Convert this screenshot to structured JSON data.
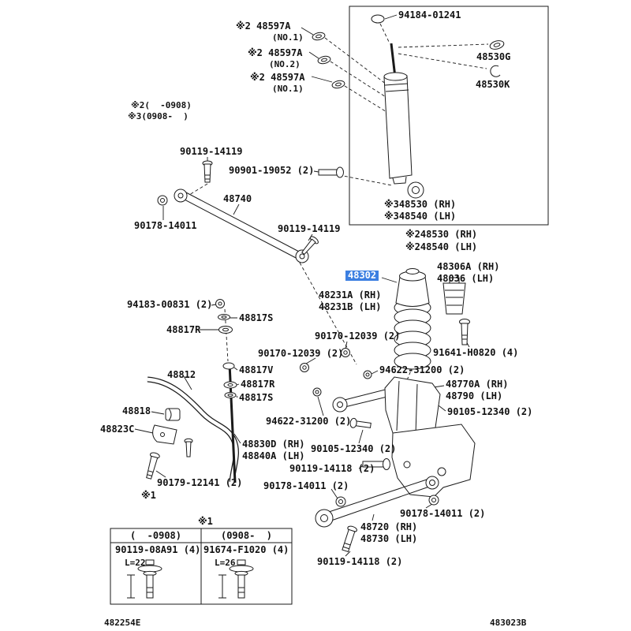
{
  "diagram": {
    "highlight_color": "#3c7fe1",
    "footer": {
      "left_code": "482254E",
      "right_code": "483023B"
    },
    "labels": {
      "l94184": "94184-01241",
      "l48597a_1": "※2 48597A",
      "l48597a_1no": "(NO.1)",
      "l48597a_2": "※2 48597A",
      "l48597a_2no": "(NO.2)",
      "l48597a_3": "※2 48597A",
      "l48597a_3no": "(NO.1)",
      "l48530g": "48530G",
      "l48530k": "48530K",
      "note_2": "※2(  -0908)",
      "note_3": "※3(0908-  )",
      "l90119_14119_a": "90119-14119",
      "l90901_19052": "90901-19052 (2)",
      "l48740": "48740",
      "l90178_14011_a": "90178-14011",
      "l90119_14119_b": "90119-14119",
      "l48530_rh3": "※348530 (RH)",
      "l48540_lh3": "※348540 (LH)",
      "l48530_rh2": "※248530 (RH)",
      "l48540_lh2": "※248540 (LH)",
      "l48302": "48302",
      "l48306a": "48306A (RH)",
      "l48036": "48036 (LH)",
      "l48231a": "48231A (RH)",
      "l48231b": "48231B (LH)",
      "l94183": "94183-00831 (2)",
      "l48817s_a": "48817S",
      "l48817r_a": "48817R",
      "l90170_a": "90170-12039 (2)",
      "l91641": "91641-H0820 (4)",
      "l90170_b": "90170-12039 (2)",
      "l94622_a": "94622-31200 (2)",
      "l48770a": "48770A (RH)",
      "l48790": "48790 (LH)",
      "l48812": "48812",
      "l48817v": "48817V",
      "l48817r_b": "48817R",
      "l48817s_b": "48817S",
      "l90105_a": "90105-12340 (2)",
      "l48818": "48818",
      "l48823c": "48823C",
      "l94622_b": "94622-31200 (2)",
      "l48830d": "48830D (RH)",
      "l48840a": "48840A (LH)",
      "l90105_b": "90105-12340 (2)",
      "l90119_14118_a": "90119-14118 (2)",
      "l90178_14011_b": "90178-14011 (2)",
      "l90179": "90179-12141 (2)",
      "star1_a": "※1",
      "l48720": "48720 (RH)",
      "l48730": "48730 (LH)",
      "l90178_14011_c": "90178-14011 (2)",
      "l90119_14118_b": "90119-14118 (2)",
      "star1_b": "※1"
    },
    "table": {
      "header_left": "(  -0908)",
      "header_right": "(0908-  )",
      "part_left": "90119-08A91 (4)",
      "part_left_len": "L=22",
      "part_right": "91674-F1020 (4)",
      "part_right_len": "L=26"
    }
  }
}
